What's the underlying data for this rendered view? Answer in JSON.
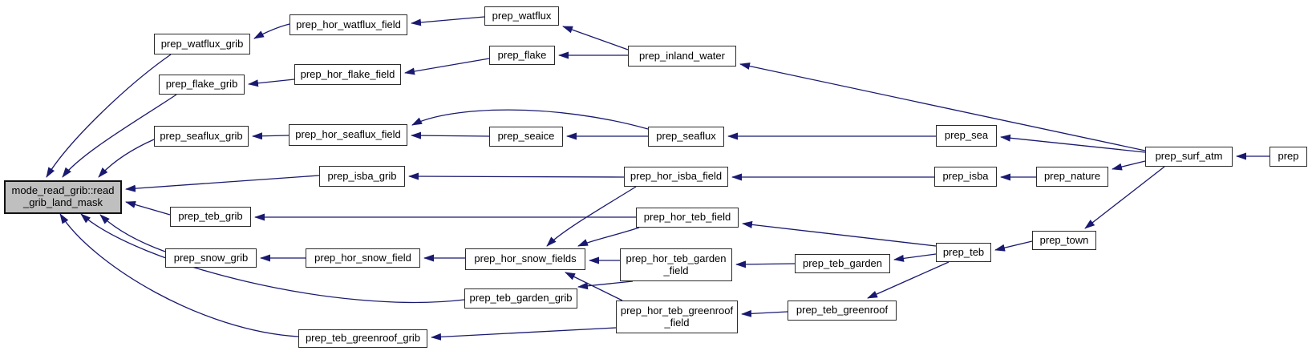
{
  "diagram": {
    "kind": "call-graph",
    "colors": {
      "edge": "#191970",
      "node_fill": "#ffffff",
      "node_border": "#2b2b2b",
      "focus_node_fill": "#bfbfbf",
      "background": "#ffffff"
    }
  },
  "nodes": {
    "central": {
      "line1": "mode_read_grib::read",
      "line2": "_grib_land_mask"
    },
    "watflux_grib": {
      "label": "prep_watflux_grib"
    },
    "hor_watflux_field": {
      "label": "prep_hor_watflux_field"
    },
    "watflux": {
      "label": "prep_watflux"
    },
    "flake_grib": {
      "label": "prep_flake_grib"
    },
    "hor_flake_field": {
      "label": "prep_hor_flake_field"
    },
    "flake": {
      "label": "prep_flake"
    },
    "inland_water": {
      "label": "prep_inland_water"
    },
    "seaflux_grib": {
      "label": "prep_seaflux_grib"
    },
    "hor_seaflux_field": {
      "label": "prep_hor_seaflux_field"
    },
    "seaice": {
      "label": "prep_seaice"
    },
    "seaflux": {
      "label": "prep_seaflux"
    },
    "sea": {
      "label": "prep_sea"
    },
    "surf_atm": {
      "label": "prep_surf_atm"
    },
    "prep": {
      "label": "prep"
    },
    "isba_grib": {
      "label": "prep_isba_grib"
    },
    "hor_isba_field": {
      "label": "prep_hor_isba_field"
    },
    "isba": {
      "label": "prep_isba"
    },
    "nature": {
      "label": "prep_nature"
    },
    "teb_grib": {
      "label": "prep_teb_grib"
    },
    "hor_teb_field": {
      "label": "prep_hor_teb_field"
    },
    "snow_grib": {
      "label": "prep_snow_grib"
    },
    "hor_snow_field": {
      "label": "prep_hor_snow_field"
    },
    "hor_snow_fields": {
      "label": "prep_hor_snow_fields"
    },
    "hor_teb_garden_field": {
      "line1": "prep_hor_teb_garden",
      "line2": "_field"
    },
    "teb_garden": {
      "label": "prep_teb_garden"
    },
    "teb": {
      "label": "prep_teb"
    },
    "town": {
      "label": "prep_town"
    },
    "teb_garden_grib": {
      "label": "prep_teb_garden_grib"
    },
    "hor_teb_greenroof_field": {
      "line1": "prep_hor_teb_greenroof",
      "line2": "_field"
    },
    "teb_greenroof": {
      "label": "prep_teb_greenroof"
    },
    "teb_greenroof_grib": {
      "label": "prep_teb_greenroof_grib"
    }
  },
  "edges": [
    {
      "from": "prep_hor_watflux_field",
      "to": "prep_watflux_grib"
    },
    {
      "from": "prep_watflux",
      "to": "prep_hor_watflux_field"
    },
    {
      "from": "prep_inland_water",
      "to": "prep_watflux"
    },
    {
      "from": "prep_inland_water",
      "to": "prep_flake"
    },
    {
      "from": "prep_flake",
      "to": "prep_hor_flake_field"
    },
    {
      "from": "prep_hor_flake_field",
      "to": "prep_flake_grib"
    },
    {
      "from": "prep_watflux_grib",
      "to": "mode_read_grib::read_grib_land_mask"
    },
    {
      "from": "prep_flake_grib",
      "to": "mode_read_grib::read_grib_land_mask"
    },
    {
      "from": "prep_surf_atm",
      "to": "prep_inland_water"
    },
    {
      "from": "prep_hor_seaflux_field",
      "to": "prep_seaflux_grib"
    },
    {
      "from": "prep_seaflux_grib",
      "to": "mode_read_grib::read_grib_land_mask"
    },
    {
      "from": "prep_seaice",
      "to": "prep_hor_seaflux_field"
    },
    {
      "from": "prep_seaflux",
      "to": "prep_seaice"
    },
    {
      "from": "prep_seaflux",
      "to": "prep_hor_seaflux_field"
    },
    {
      "from": "prep_sea",
      "to": "prep_seaflux"
    },
    {
      "from": "prep_surf_atm",
      "to": "prep_sea"
    },
    {
      "from": "prep",
      "to": "prep_surf_atm"
    },
    {
      "from": "prep_isba_grib",
      "to": "mode_read_grib::read_grib_land_mask"
    },
    {
      "from": "prep_hor_isba_field",
      "to": "prep_isba_grib"
    },
    {
      "from": "prep_isba",
      "to": "prep_hor_isba_field"
    },
    {
      "from": "prep_nature",
      "to": "prep_isba"
    },
    {
      "from": "prep_surf_atm",
      "to": "prep_nature"
    },
    {
      "from": "prep_teb_grib",
      "to": "mode_read_grib::read_grib_land_mask"
    },
    {
      "from": "prep_hor_teb_field",
      "to": "prep_teb_grib"
    },
    {
      "from": "prep_teb",
      "to": "prep_hor_teb_field"
    },
    {
      "from": "prep_hor_isba_field",
      "to": "prep_hor_snow_fields"
    },
    {
      "from": "prep_hor_teb_field",
      "to": "prep_hor_snow_fields"
    },
    {
      "from": "prep_snow_grib",
      "to": "mode_read_grib::read_grib_land_mask"
    },
    {
      "from": "prep_hor_snow_field",
      "to": "prep_snow_grib"
    },
    {
      "from": "prep_hor_snow_fields",
      "to": "prep_hor_snow_field"
    },
    {
      "from": "prep_hor_teb_garden_field",
      "to": "prep_hor_snow_fields"
    },
    {
      "from": "prep_teb_garden",
      "to": "prep_hor_teb_garden_field"
    },
    {
      "from": "prep_teb",
      "to": "prep_teb_garden"
    },
    {
      "from": "prep_town",
      "to": "prep_teb"
    },
    {
      "from": "prep_surf_atm",
      "to": "prep_town"
    },
    {
      "from": "prep_teb",
      "to": "prep_teb_greenroof"
    },
    {
      "from": "prep_teb_greenroof",
      "to": "prep_hor_teb_greenroof_field"
    },
    {
      "from": "prep_hor_teb_greenroof_field",
      "to": "prep_hor_snow_fields"
    },
    {
      "from": "prep_hor_teb_garden_field",
      "to": "prep_teb_garden_grib"
    },
    {
      "from": "prep_teb_garden_grib",
      "to": "mode_read_grib::read_grib_land_mask"
    },
    {
      "from": "prep_hor_teb_greenroof_field",
      "to": "prep_teb_greenroof_grib"
    },
    {
      "from": "prep_teb_greenroof_grib",
      "to": "mode_read_grib::read_grib_land_mask"
    }
  ]
}
